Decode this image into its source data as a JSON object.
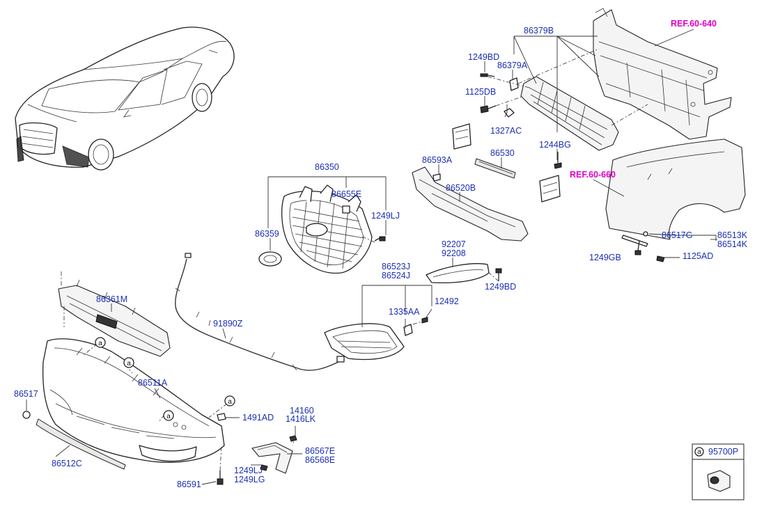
{
  "references": {
    "ref_radiator_support": "REF.60-640",
    "ref_fender": "REF.60-660"
  },
  "callout_symbol": "a",
  "legend": {
    "symbol": "a",
    "part": "95700P"
  },
  "parts": {
    "p86379B": "86379B",
    "p1249BD_top": "1249BD",
    "p86379A": "86379A",
    "p1125DB": "1125DB",
    "p1327AC": "1327AC",
    "p1244BG": "1244BG",
    "p86530": "86530",
    "p86593A": "86593A",
    "p86520B": "86520B",
    "p86350": "86350",
    "p86655E": "86655E",
    "p1249LJ_grille": "1249LJ",
    "p86359": "86359",
    "p86517G": "86517G",
    "p86513K": "86513K",
    "p86514K": "86514K",
    "p1249GB": "1249GB",
    "p1125AD": "1125AD",
    "p92207": "92207",
    "p92208": "92208",
    "p86523J": "86523J",
    "p86524J": "86524J",
    "p1249BD_lamp": "1249BD",
    "p1335AA": "1335AA",
    "p12492": "12492",
    "p86361M": "86361M",
    "p91890Z": "91890Z",
    "p86511A": "86511A",
    "p86517": "86517",
    "p1491AD": "1491AD",
    "p14160": "14160",
    "p1416LK": "1416LK",
    "p86567E": "86567E",
    "p86568E": "86568E",
    "p1249LJ_bracket": "1249LJ",
    "p1249LG": "1249LG",
    "p86512C": "86512C",
    "p86591": "86591"
  }
}
